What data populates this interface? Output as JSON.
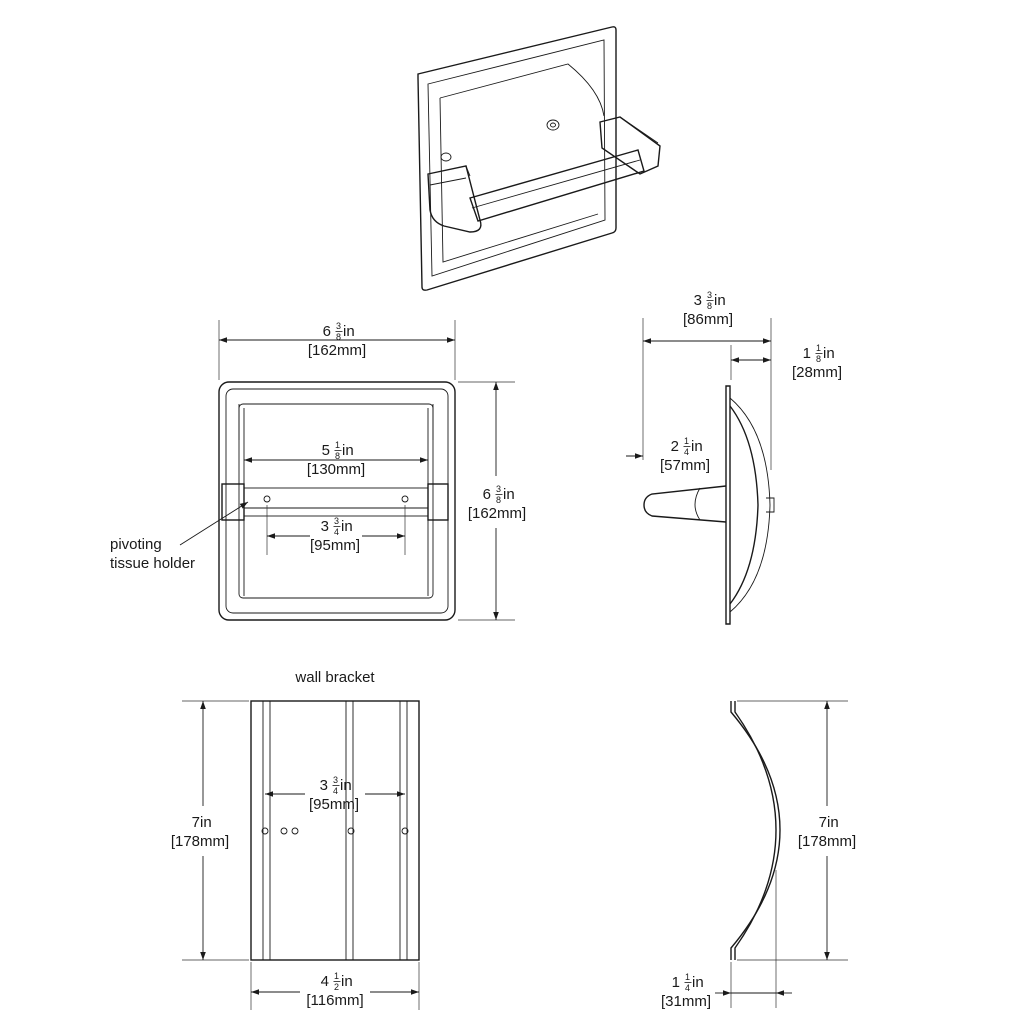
{
  "labels": {
    "pivoting_1": "pivoting",
    "pivoting_2": "tissue holder",
    "wall_bracket": "wall bracket"
  },
  "dims": {
    "front_width": {
      "whole": "6",
      "num": "3",
      "den": "8",
      "unit": "in",
      "mm": "[162mm]"
    },
    "roll_width": {
      "whole": "5",
      "num": "1",
      "den": "8",
      "unit": "in",
      "mm": "[130mm]"
    },
    "front_height": {
      "whole": "6",
      "num": "3",
      "den": "8",
      "unit": "in",
      "mm": "[162mm]"
    },
    "holes_front": {
      "whole": "3",
      "num": "3",
      "den": "4",
      "unit": "in",
      "mm": "[95mm]"
    },
    "side_depth": {
      "whole": "3",
      "num": "3",
      "den": "8",
      "unit": "in",
      "mm": "[86mm]"
    },
    "flange_depth": {
      "whole": "1",
      "num": "1",
      "den": "8",
      "unit": "in",
      "mm": "[28mm]"
    },
    "spindle": {
      "whole": "2",
      "num": "1",
      "den": "4",
      "unit": "in",
      "mm": "[57mm]"
    },
    "bracket_height": {
      "whole": "7",
      "unit": "in",
      "mm": "[178mm]"
    },
    "bracket_holes": {
      "whole": "3",
      "num": "3",
      "den": "4",
      "unit": "in",
      "mm": "[95mm]"
    },
    "bracket_width": {
      "whole": "4",
      "num": "1",
      "den": "2",
      "unit": "in",
      "mm": "[116mm]"
    },
    "bracket_side_height": {
      "whole": "7",
      "unit": "in",
      "mm": "[178mm]"
    },
    "bracket_side_depth": {
      "whole": "1",
      "num": "1",
      "den": "4",
      "unit": "in",
      "mm": "[31mm]"
    }
  }
}
